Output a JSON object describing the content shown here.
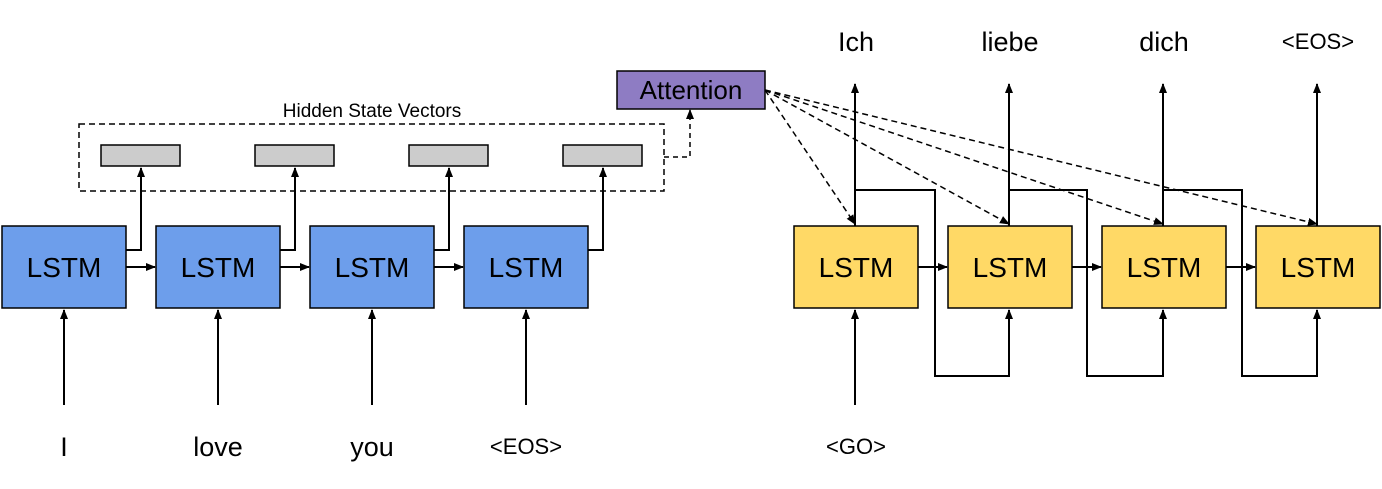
{
  "encoder": {
    "cell_label": "LSTM",
    "inputs": [
      "I",
      "love",
      "you",
      "<EOS>"
    ],
    "hidden_states_label": "Hidden State Vectors",
    "color": "#6d9eeb"
  },
  "attention": {
    "label": "Attention",
    "color": "#8e7cc3"
  },
  "decoder": {
    "cell_label": "LSTM",
    "input": "<GO>",
    "outputs": [
      "Ich",
      "liebe",
      "dich",
      "<EOS>"
    ],
    "color": "#ffd966"
  },
  "colors": {
    "hidden_state_box": "#cccccc",
    "stroke": "#000000"
  }
}
